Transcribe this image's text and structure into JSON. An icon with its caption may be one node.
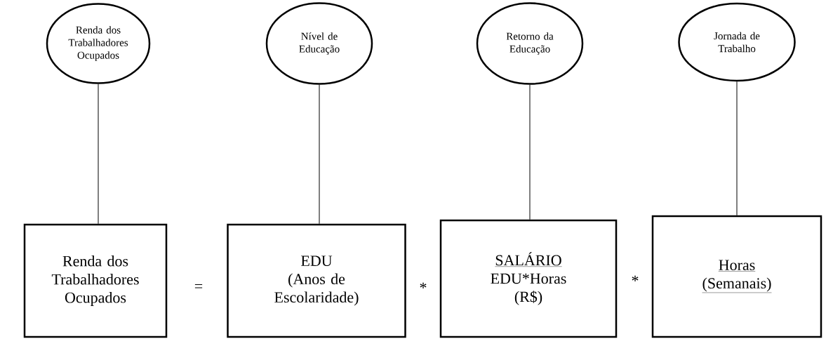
{
  "diagram": {
    "nodes": [
      {
        "text": [
          "Renda dos Trabalhadores Ocupados"
        ]
      },
      {
        "text": [
          "Nível de Educação"
        ]
      },
      {
        "text": [
          "Retorno da Educação"
        ]
      },
      {
        "text": [
          "Jornada de Trabalho"
        ]
      },
      {
        "text": [
          "Renda dos Trabalhadores Ocupados"
        ]
      },
      {
        "text": [
          "EDU",
          "(Anos de Escolaridade)"
        ]
      },
      {
        "text": [
          "SALÁRIO",
          "EDU*Horas (R$)"
        ]
      },
      {
        "text": [
          "Horas",
          "(Semanais)"
        ]
      }
    ],
    "edges": [
      {
        "from": 0,
        "to": 4,
        "arrow": "none"
      },
      {
        "from": 1,
        "to": 5,
        "arrow": "none"
      },
      {
        "from": 2,
        "to": 6,
        "arrow": "none"
      },
      {
        "from": 3,
        "to": 7,
        "arrow": "none"
      }
    ],
    "labels": [
      "=",
      "*",
      "*"
    ]
  }
}
